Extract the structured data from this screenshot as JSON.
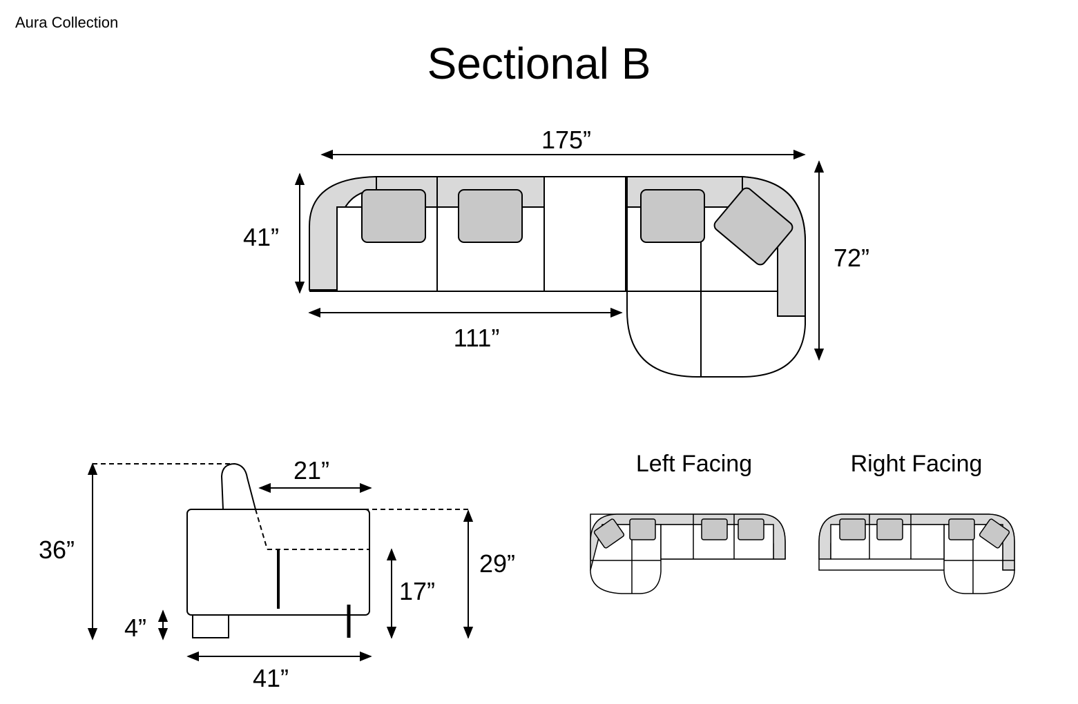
{
  "collection": "Aura Collection",
  "title": "Sectional B",
  "top_view": {
    "overall_width": "175”",
    "depth": "41”",
    "sofa_length": "111”",
    "chaise_depth": "72”"
  },
  "side_view": {
    "total_height": "36”",
    "seat_depth": "21”",
    "arm_height": "29”",
    "seat_height": "17”",
    "leg_height": "4”",
    "depth": "41”"
  },
  "configurations": [
    {
      "label": "Left Facing"
    },
    {
      "label": "Right Facing"
    }
  ],
  "colors": {
    "line": "#000000",
    "cushion": "#c8c8c8",
    "arm": "#d9d9d9",
    "background": "#ffffff"
  }
}
